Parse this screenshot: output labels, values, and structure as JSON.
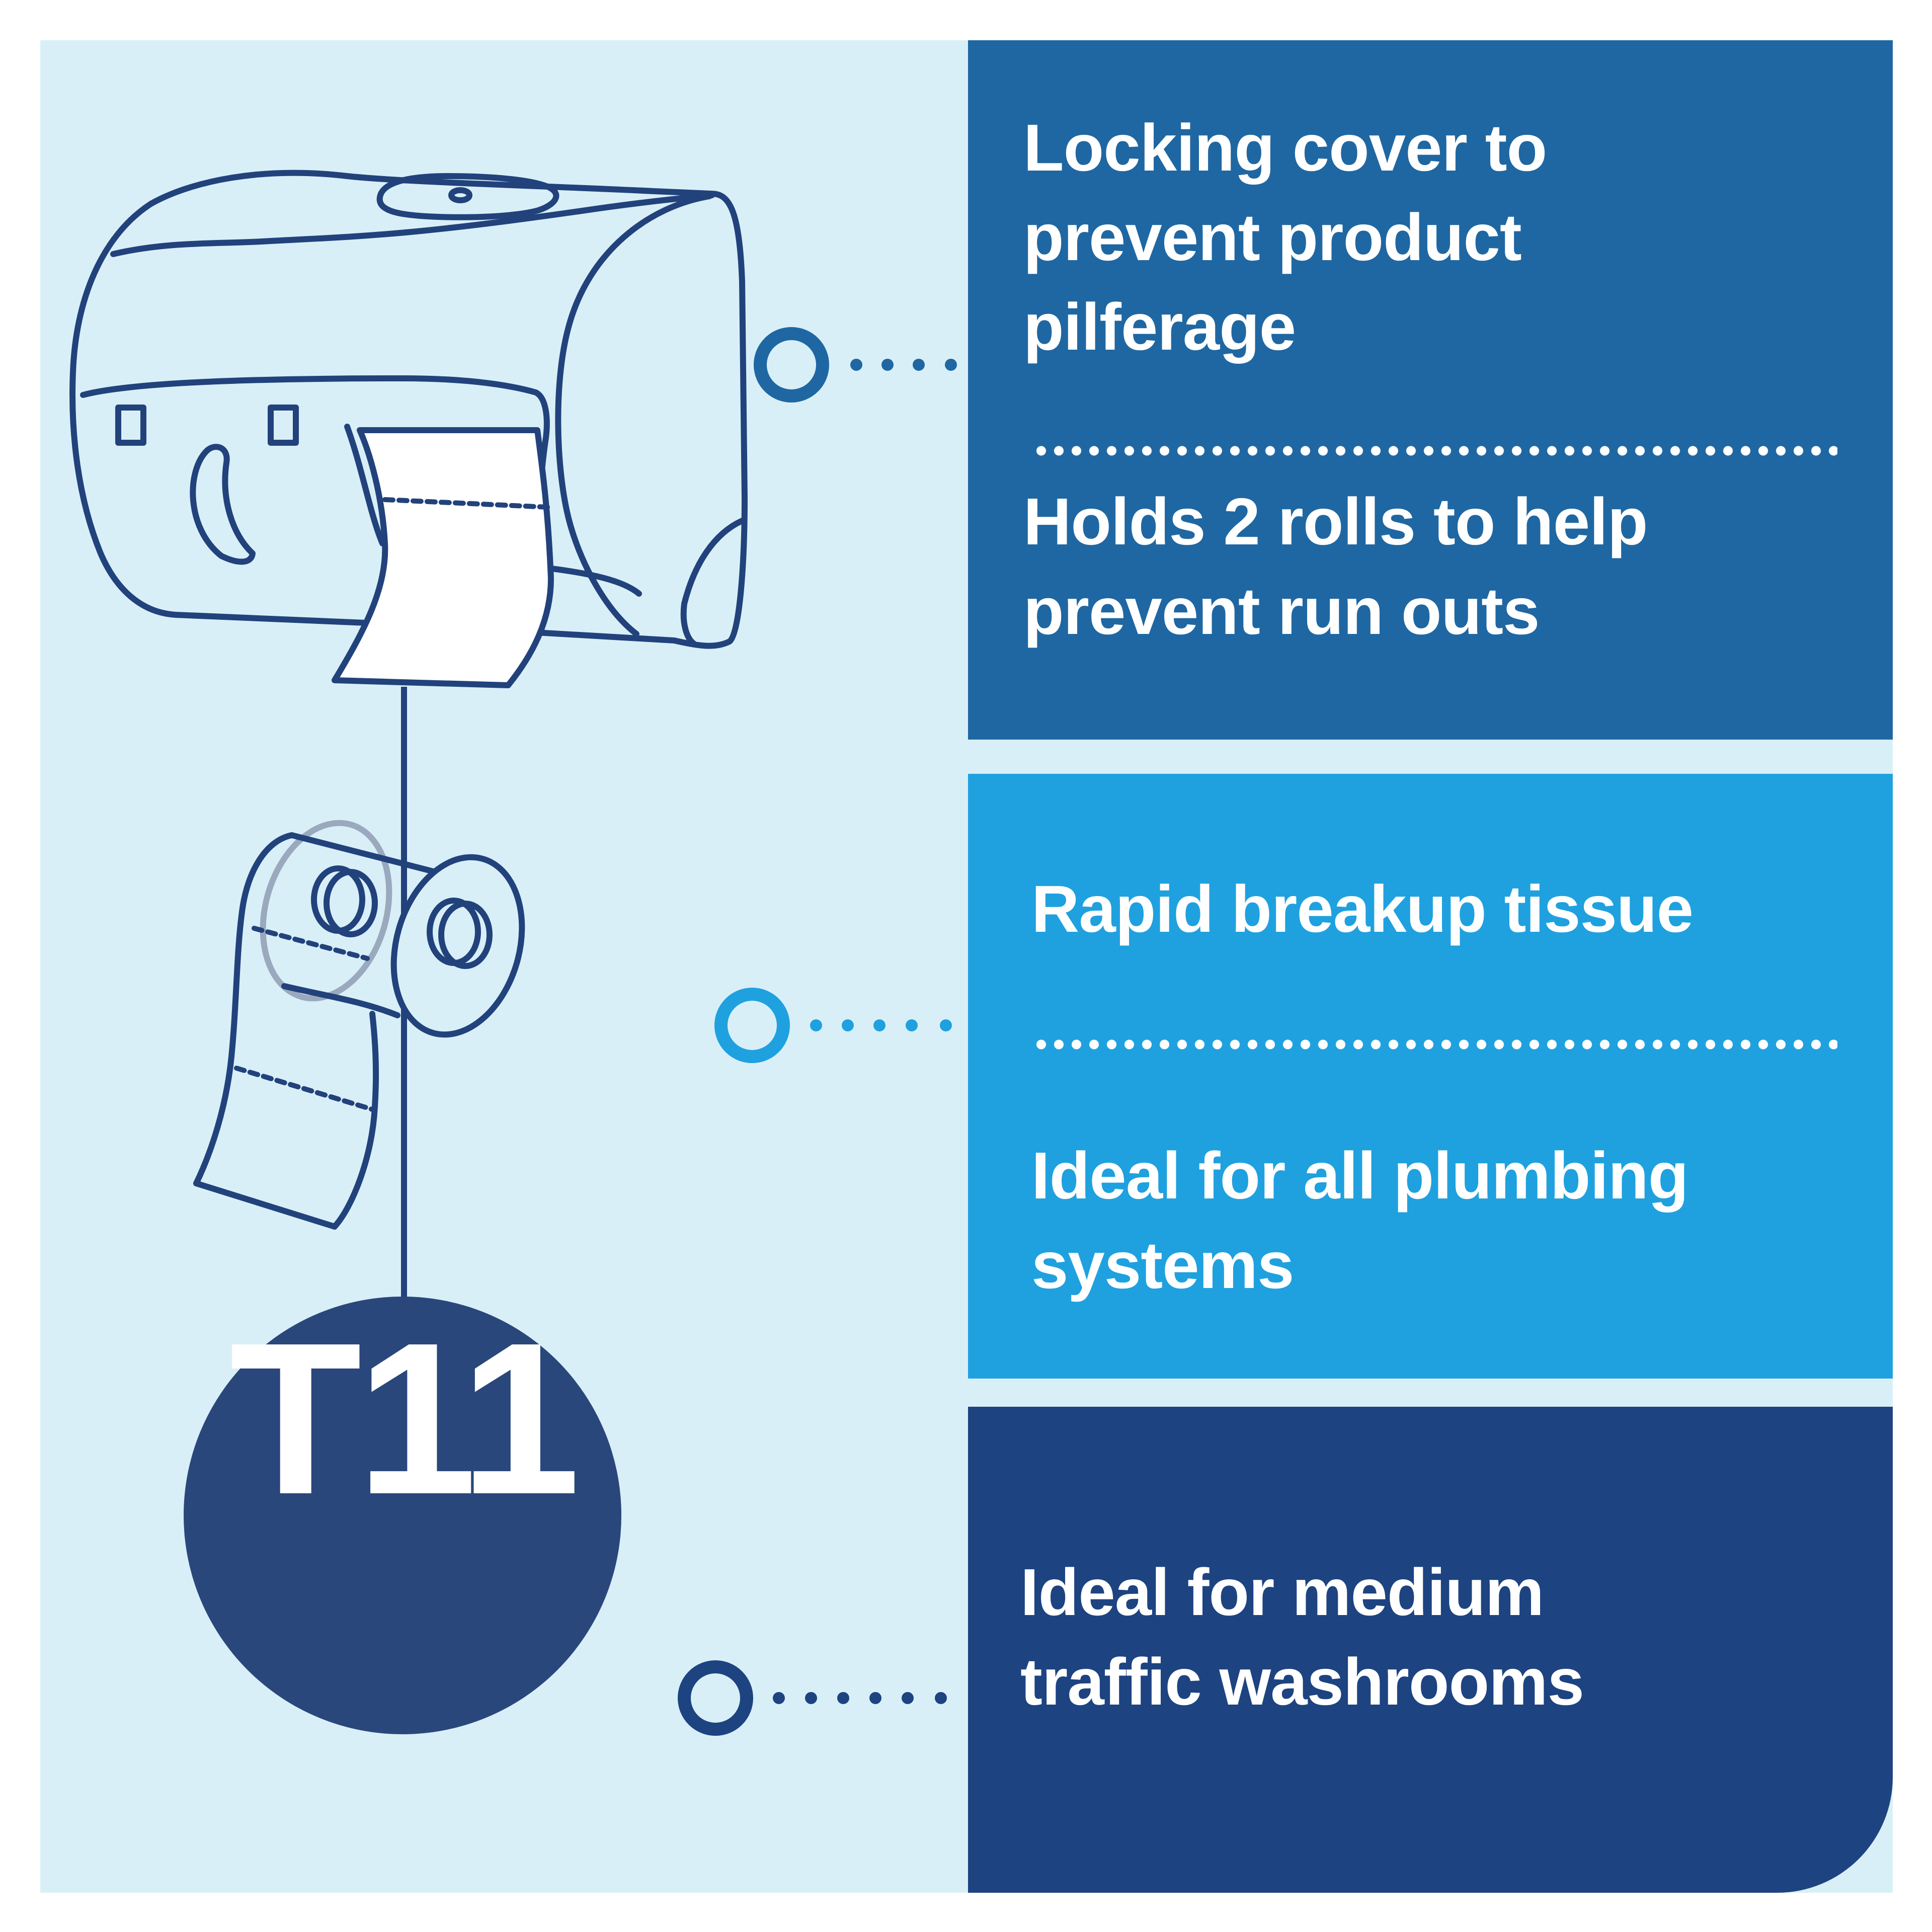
{
  "colors": {
    "background": "#d9eff8",
    "outline": "#22427c",
    "panel_mid_blue": "#1f67a2",
    "panel_light_blue": "#1fa1df",
    "panel_navy": "#1d4381",
    "text": "#ffffff"
  },
  "panels": [
    {
      "features": [
        "Locking cover to\nprevent product\npilferage",
        "Holds 2 rolls to help\nprevent run outs"
      ]
    },
    {
      "features": [
        "Rapid breakup tissue",
        "Ideal for all plumbing\nsystems"
      ]
    },
    {
      "features": [
        "Ideal for medium\ntraffic washrooms"
      ]
    }
  ],
  "badge": {
    "label": "T11",
    "color": "#2a477c"
  },
  "icons": {
    "dispenser": "toilet-roll-dispenser-illustration",
    "rolls": "twin-toilet-rolls-illustration"
  }
}
